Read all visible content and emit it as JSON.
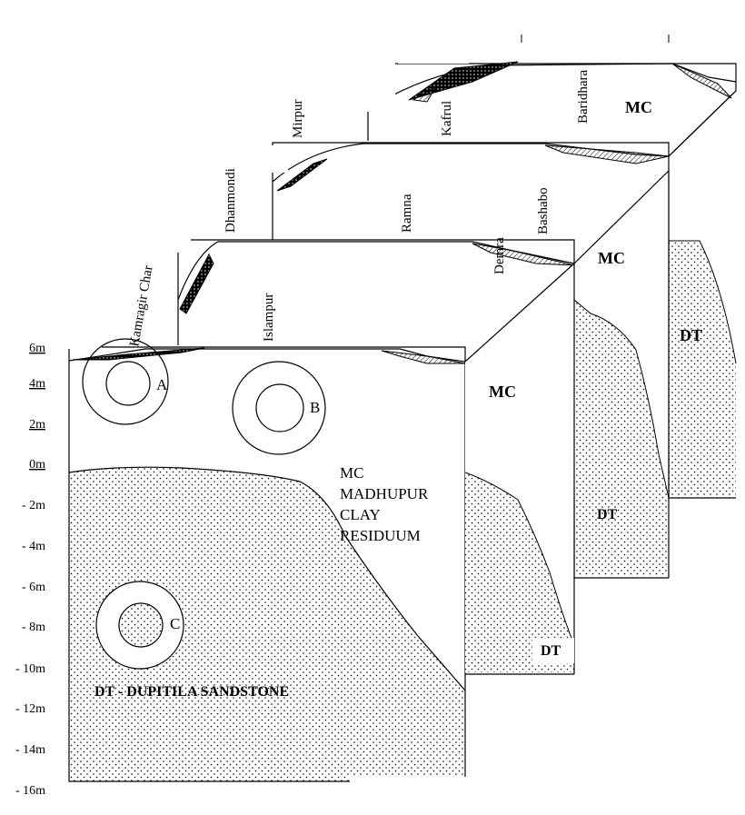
{
  "y_axis": {
    "ticks": [
      "6m",
      "4m",
      "2m",
      "0m",
      "- 2m",
      "- 4m",
      "- 6m",
      "- 8m",
      "- 10m",
      "- 12m",
      "- 14m",
      "- 16m"
    ]
  },
  "locations": {
    "kamragir_char": "Kamragir Char",
    "dhanmondi": "Dhanmondi",
    "islampur": "Islampur",
    "mirpur": "Mirpur",
    "ramna": "Ramna",
    "demra": "Demra",
    "bashabo": "Bashabo",
    "kafrul": "Kafrul",
    "baridhara": "Baridhara"
  },
  "zones": {
    "a": "A",
    "b": "B",
    "c": "C"
  },
  "units": {
    "mc": "MC",
    "dt": "DT",
    "mc_line1": "MC",
    "mc_line2": "MADHUPUR",
    "mc_line3": "CLAY",
    "mc_line4": "RESIDUUM",
    "dt_legend": "DT -  DUPITILA SANDSTONE"
  }
}
